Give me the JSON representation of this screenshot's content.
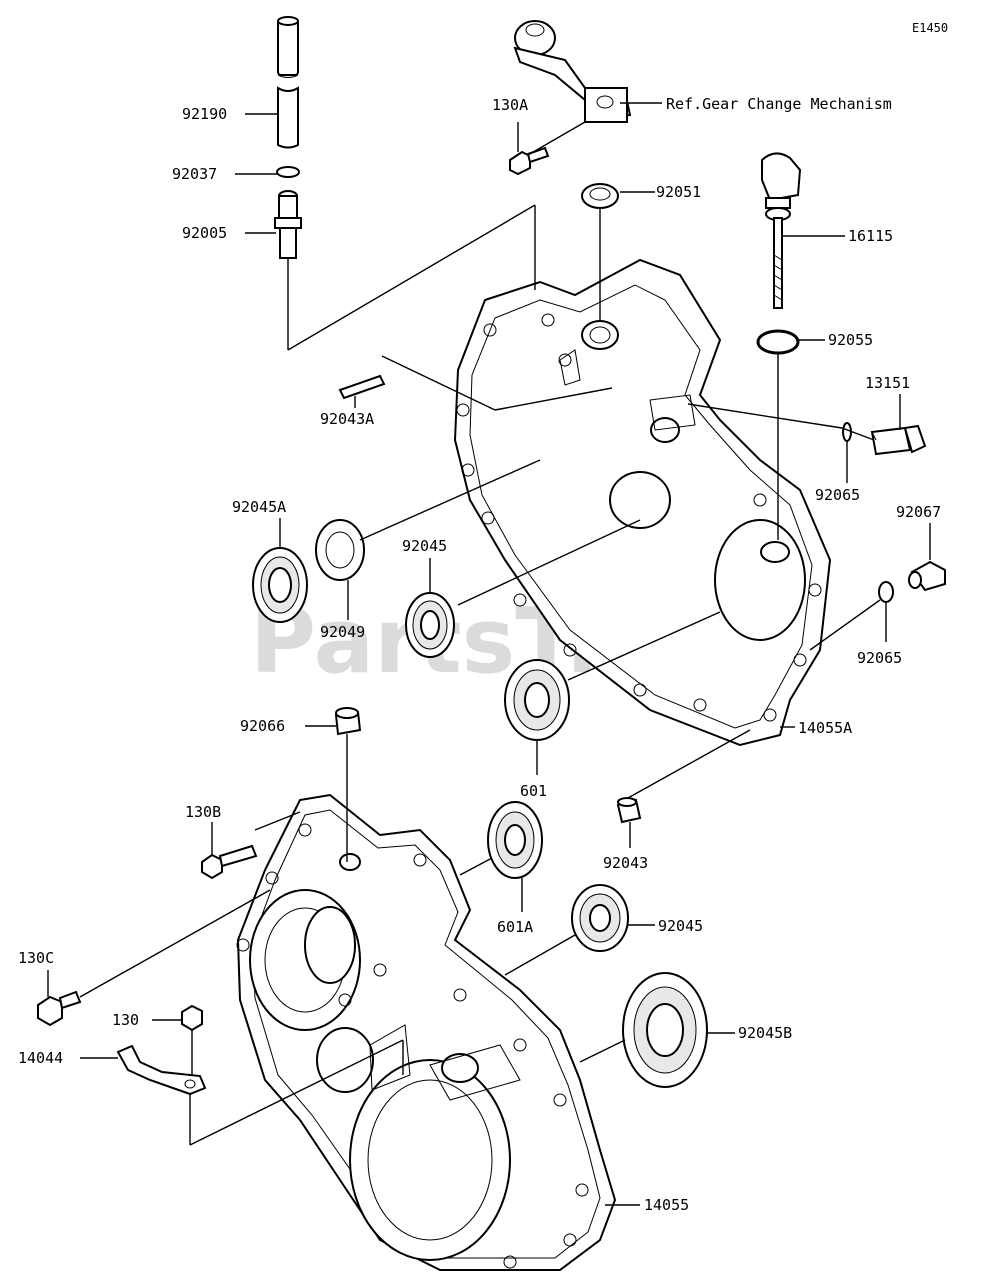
{
  "diagram_id": "E1450",
  "watermark": "PartsTree",
  "reference_note": "Ref.Gear Change Mechanism",
  "part_labels": [
    "92190",
    "92037",
    "92005",
    "130A",
    "92051",
    "16115",
    "92055",
    "13151",
    "92043A",
    "92065",
    "92045A",
    "92049",
    "92045",
    "92067",
    "92065",
    "601",
    "14055A",
    "92066",
    "130B",
    "92043",
    "601A",
    "92045",
    "130C",
    "130",
    "14044",
    "92045B",
    "14055"
  ]
}
